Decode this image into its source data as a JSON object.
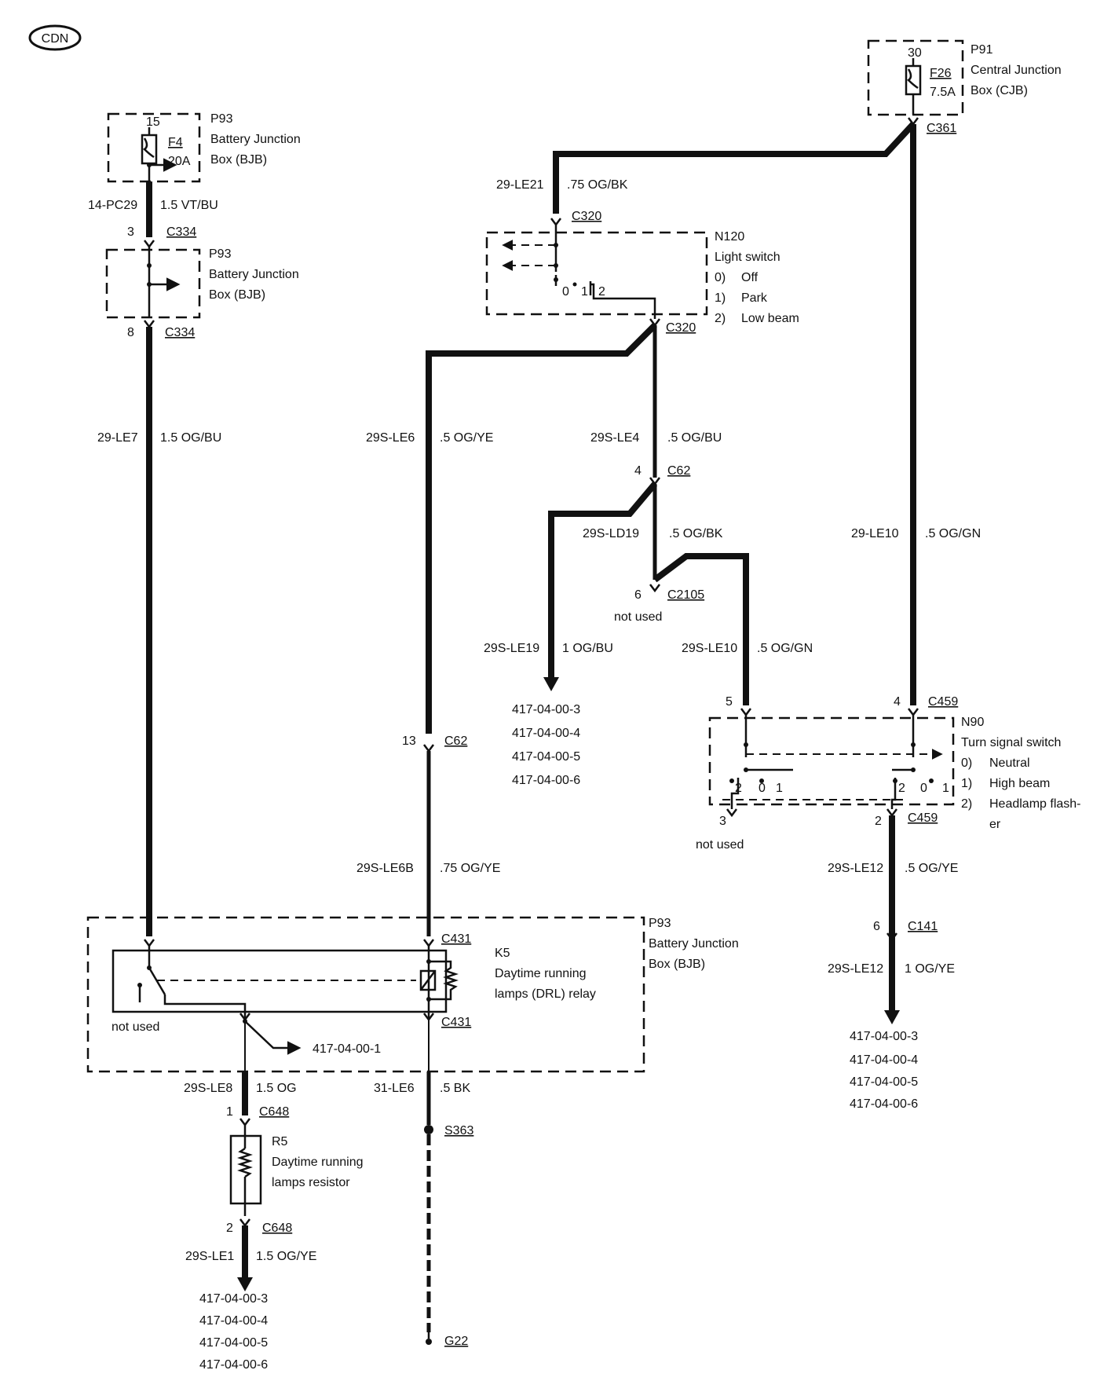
{
  "region_badge": "CDN",
  "components": {
    "p93_top": {
      "id": "P93",
      "name1": "Battery Junction",
      "name2": "Box (BJB)",
      "fuse": "F4",
      "rating": "20A",
      "pin": "15"
    },
    "p93_mid": {
      "id": "P93",
      "name1": "Battery Junction",
      "name2": "Box (BJB)"
    },
    "p93_bot": {
      "id": "P93",
      "name1": "Battery Junction",
      "name2": "Box (BJB)"
    },
    "p91": {
      "id": "P91",
      "name1": "Central Junction",
      "name2": "Box (CJB)",
      "fuse": "F26",
      "rating": "7.5A",
      "pin": "30"
    },
    "n120": {
      "id": "N120",
      "name": "Light switch",
      "states": [
        "0)",
        "1)",
        "2)"
      ],
      "state_labels": [
        "Off",
        "Park",
        "Low beam"
      ],
      "pos0": "0",
      "pos1": "1",
      "pos2": "2"
    },
    "n90": {
      "id": "N90",
      "name": "Turn signal switch",
      "states": [
        "0)",
        "1)",
        "2)"
      ],
      "state_labels": [
        "Neutral",
        "High beam",
        "Headlamp flash-"
      ],
      "state_label_cont": "er",
      "pos_left_2": "2",
      "pos_left_0": "0",
      "pos_left_1": "1",
      "pos_right_2": "2",
      "pos_right_0": "0",
      "pos_right_1": "1"
    },
    "k5": {
      "id": "K5",
      "name1": "Daytime running",
      "name2": "lamps (DRL) relay"
    },
    "r5": {
      "id": "R5",
      "name1": "Daytime running",
      "name2": "lamps resistor"
    }
  },
  "connectors": {
    "c334_top": {
      "pin": "3",
      "name": "C334"
    },
    "c334_bot": {
      "pin": "8",
      "name": "C334"
    },
    "c320_top": {
      "name": "C320"
    },
    "c320_bot": {
      "name": "C320"
    },
    "c361": {
      "name": "C361"
    },
    "c62_a": {
      "pin": "4",
      "name": "C62"
    },
    "c62_b": {
      "pin": "13",
      "name": "C62"
    },
    "c2105": {
      "pin": "6",
      "name": "C2105",
      "note": "not used"
    },
    "c459_top": {
      "pin_left": "5",
      "pin_right": "4",
      "name": "C459"
    },
    "c459_bot": {
      "pin_left": "3",
      "pin_right": "2",
      "name": "C459",
      "note": "not used"
    },
    "c141": {
      "pin": "6",
      "name": "C141"
    },
    "c431_top": {
      "name": "C431"
    },
    "c431_bot": {
      "name": "C431"
    },
    "c648_top": {
      "pin": "1",
      "name": "C648"
    },
    "c648_bot": {
      "pin": "2",
      "name": "C648"
    },
    "s363": {
      "name": "S363"
    },
    "g22": {
      "name": "G22"
    }
  },
  "k5_not_used": "not used",
  "k5_ref": "417-04-00-1",
  "wires": {
    "pc29": {
      "circuit": "14-PC29",
      "spec": "1.5 VT/BU"
    },
    "le7": {
      "circuit": "29-LE7",
      "spec": "1.5 OG/BU"
    },
    "le21": {
      "circuit": "29-LE21",
      "spec": ".75 OG/BK"
    },
    "le6": {
      "circuit": "29S-LE6",
      "spec": ".5 OG/YE"
    },
    "le4": {
      "circuit": "29S-LE4",
      "spec": ".5 OG/BU"
    },
    "ld19": {
      "circuit": "29S-LD19",
      "spec": ".5 OG/BK"
    },
    "le19": {
      "circuit": "29S-LE19",
      "spec": "1 OG/BU"
    },
    "s_le10": {
      "circuit": "29S-LE10",
      "spec": ".5 OG/GN"
    },
    "le10": {
      "circuit": "29-LE10",
      "spec": ".5 OG/GN"
    },
    "le6b": {
      "circuit": "29S-LE6B",
      "spec": ".75 OG/YE"
    },
    "le12_a": {
      "circuit": "29S-LE12",
      "spec": ".5 OG/YE"
    },
    "le12_b": {
      "circuit": "29S-LE12",
      "spec": "1 OG/YE"
    },
    "le8": {
      "circuit": "29S-LE8",
      "spec": "1.5 OG"
    },
    "le1": {
      "circuit": "29S-LE1",
      "spec": "1.5 OG/YE"
    },
    "lb6": {
      "circuit": "31-LE6",
      "spec": ".5 BK"
    }
  },
  "refs": {
    "le19": [
      "417-04-00-3",
      "417-04-00-4",
      "417-04-00-5",
      "417-04-00-6"
    ],
    "le12": [
      "417-04-00-3",
      "417-04-00-4",
      "417-04-00-5",
      "417-04-00-6"
    ],
    "le1": [
      "417-04-00-3",
      "417-04-00-4",
      "417-04-00-5",
      "417-04-00-6"
    ]
  }
}
